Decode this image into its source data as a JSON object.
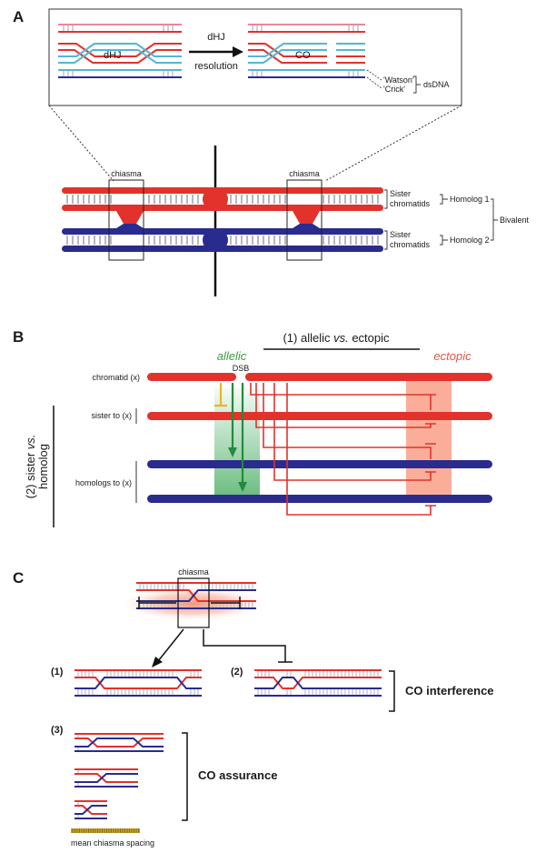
{
  "colors": {
    "red": "#e2322b",
    "blue": "#2a2b8e",
    "pink": "#e8879b",
    "cyan": "#54b5d8",
    "green": "#238b3d",
    "yellow": "#f0b323",
    "salmon": "#f9a088",
    "rung": "#bdbdc4",
    "ectopic_text": "#e2584a",
    "allelic_text": "#3f9a3f",
    "mean_bar": "#c9a227"
  },
  "panel_a": {
    "letter": "A",
    "inset": {
      "left_label": "dHJ",
      "arrow_label_1": "dHJ",
      "arrow_label_2": "resolution",
      "right_label": "CO",
      "watson": "'Watson'",
      "crick": "'Crick'",
      "dsdna": "dsDNA"
    },
    "chiasma_left": "chiasma",
    "chiasma_right": "chiasma",
    "sister_1": "Sister",
    "chromatids_1": "chromatids",
    "homolog_1": "Homolog 1",
    "sister_2": "Sister",
    "chromatids_2": "chromatids",
    "homolog_2": "Homolog 2",
    "bivalent": "Bivalent"
  },
  "panel_b": {
    "letter": "B",
    "title_pre": "(1) allelic ",
    "title_vs": "vs.",
    "title_post": " ectopic",
    "allelic": "allelic",
    "ectopic": "ectopic",
    "dsb": "DSB",
    "chromatid_x": "chromatid (x)",
    "sister_to_x": "sister to (x)",
    "homologs_to_x": "homologs to (x)",
    "side_pre": "(2) sister ",
    "side_vs": "vs.",
    "side_post": "homolog"
  },
  "panel_c": {
    "letter": "C",
    "chiasma": "chiasma",
    "label_1": "(1)",
    "label_2": "(2)",
    "label_3": "(3)",
    "co_interference": "CO interference",
    "co_assurance": "CO assurance",
    "mean_spacing": "mean chiasma spacing"
  }
}
